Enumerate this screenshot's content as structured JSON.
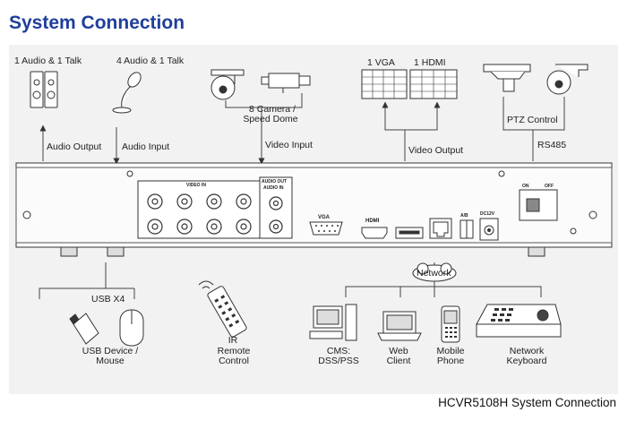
{
  "title": "System Connection",
  "caption": "HCVR5108H System Connection",
  "top_devices": {
    "audio_talk": "1 Audio  & 1 Talk",
    "audio_talk_4": "4 Audio & 1 Talk",
    "camera": "8 Camera /",
    "speed_dome": "Speed Dome",
    "vga": "1 VGA",
    "hdmi": "1 HDMI",
    "ptz_control": "PTZ Control"
  },
  "signals": {
    "audio_output": "Audio  Output",
    "audio_input": "Audio  Input",
    "video_input": "Video Input",
    "video_output": "Video Output",
    "rs485": "RS485"
  },
  "rear_panel": {
    "video_in": "VIDEO IN",
    "audio_out": "AUDIO OUT",
    "audio_in": "AUDIO IN",
    "vga_port": "VGA",
    "hdmi_port": "HDMI",
    "ab": "A/B",
    "dc12v": "DC12V",
    "on": "ON",
    "off": "OFF"
  },
  "bottom_devices": {
    "usb_x4": "USB X4",
    "usb_device": "USB Device /",
    "mouse": "Mouse",
    "ir": "IR",
    "remote": "Remote",
    "control": "Control",
    "network": "Network",
    "cms": "CMS:",
    "dss_pss": "DSS/PSS",
    "web": "Web",
    "client": "Client",
    "mobile": "Mobile",
    "phone": "Phone",
    "network_kb": "Network",
    "keyboard": "Keyboard"
  }
}
